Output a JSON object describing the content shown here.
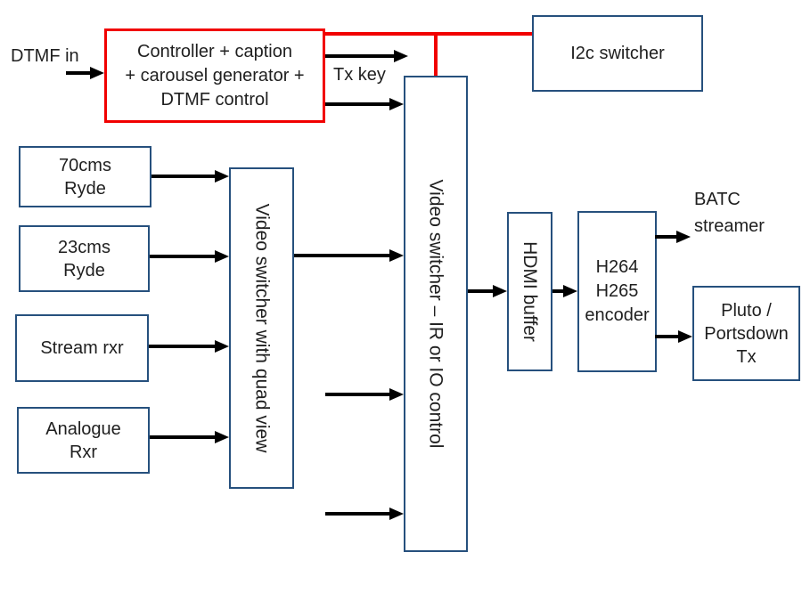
{
  "colors": {
    "box_border": "#26507D",
    "red": "#F10000",
    "arrow": "#000000",
    "text": "#1F1F1F",
    "background": "#FFFFFF"
  },
  "labels": {
    "dtmf_in": "DTMF in",
    "tx_key": "Tx key",
    "batc": {
      "line1": "BATC",
      "line2": "streamer"
    }
  },
  "boxes": {
    "controller": {
      "line1": "Controller + caption",
      "line2": "+ carousel generator +",
      "line3": "DTMF control"
    },
    "i2c_switcher": {
      "label": "I2c switcher"
    },
    "ryde_70cms": {
      "line1": "70cms",
      "line2": "Ryde"
    },
    "ryde_23cms": {
      "line1": "23cms",
      "line2": "Ryde"
    },
    "stream_rxr": {
      "label": "Stream rxr"
    },
    "analogue_rxr": {
      "line1": "Analogue",
      "line2": "Rxr"
    },
    "quad_switcher": {
      "label": "Video switcher with quad view"
    },
    "ir_switcher": {
      "label": "Video switcher – IR or IO control"
    },
    "hdmi_buffer": {
      "label": "HDMI buffer"
    },
    "encoder": {
      "line1": "H264",
      "line2": "H265",
      "line3": "encoder"
    },
    "pluto": {
      "line1": "Pluto /",
      "line2": "Portsdown",
      "line3": "Tx"
    }
  }
}
